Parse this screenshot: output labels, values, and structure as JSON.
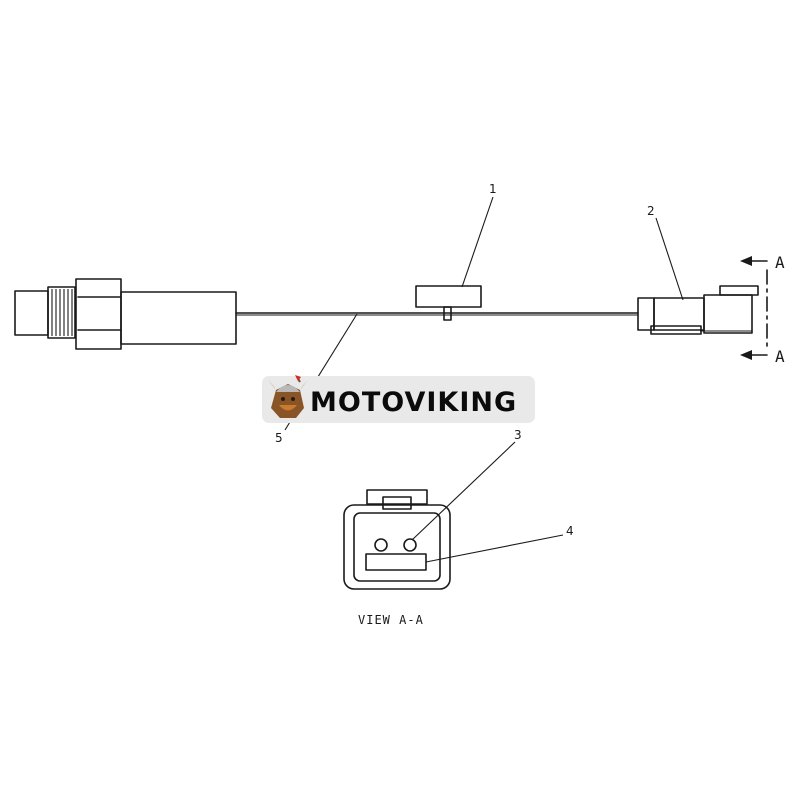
{
  "diagram": {
    "callouts": [
      "1",
      "2",
      "3",
      "4",
      "5"
    ],
    "section_marker_top": "A",
    "section_marker_bottom": "A",
    "view_label": "VIEW A-A"
  },
  "watermark": {
    "brand_text": "MOTOVIKING",
    "logo_icon": "viking-mascot-icon",
    "banner_color": "#e9e9e9"
  },
  "colors": {
    "line": "#1a1a1a",
    "background": "#ffffff"
  }
}
